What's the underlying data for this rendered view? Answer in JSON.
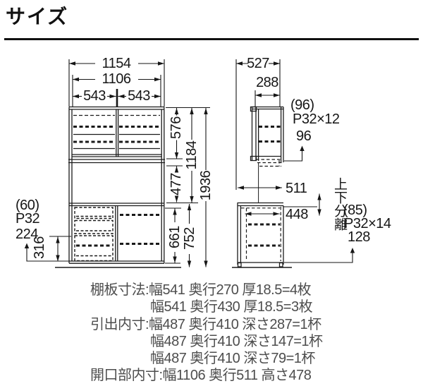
{
  "title": "サイズ",
  "front_view": {
    "width_total": "1154",
    "width_inner": "1106",
    "door_left_width": "543",
    "door_right_width": "543",
    "upper_section_height": "576",
    "upper_assembly_height": "1184",
    "open_section_height": "477",
    "total_height": "1936",
    "lower_inner_height": "661",
    "lower_unit_height": "752",
    "drawer_zone_height": "316",
    "shelf_pitch_note": {
      "count": "(60)",
      "pitch": "P32",
      "value": "224"
    }
  },
  "side_view": {
    "depth_total": "527",
    "upper_depth": "288",
    "counter_depth": "511",
    "drawer_inner_depth": "448",
    "upper_pitch_note": {
      "count": "(96)",
      "pitch": "P32×12",
      "value": "96"
    },
    "lower_pitch_note": {
      "count": "(85)",
      "pitch": "P32×14",
      "value": "128"
    },
    "separation_label": "上下分離"
  },
  "specs": {
    "lines": [
      "棚板寸法:幅541 奥行270 厚18.5=4枚",
      "幅541 奥行430 厚18.5=3枚",
      "引出内寸:幅487 奥行410 深さ287=1杯",
      "幅487 奥行410 深さ147=1杯",
      "幅487 奥行410 深さ79=1杯",
      "開口部内寸:幅1106 奥行511 高さ478"
    ]
  }
}
